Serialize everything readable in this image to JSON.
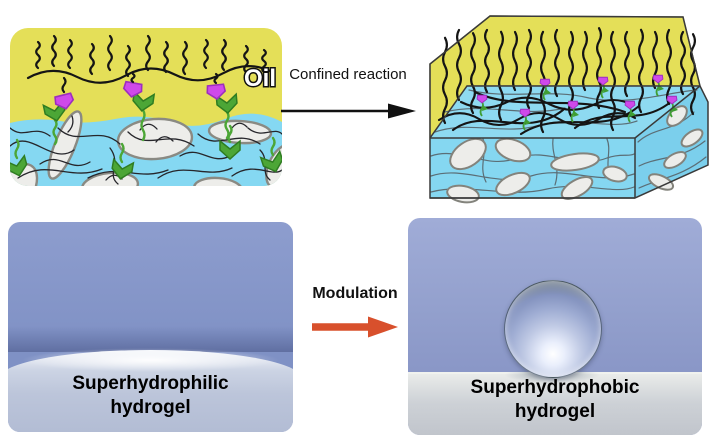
{
  "figure": {
    "top_left_schematic": {
      "oil_label": "Oil"
    },
    "top_arrow": {
      "label": "Confined reaction"
    },
    "bottom_arrow": {
      "label": "Modulation"
    },
    "photo_left": {
      "caption_line1": "Superhydrophilic",
      "caption_line2": "hydrogel"
    },
    "photo_right": {
      "caption_line1": "Superhydrophobic",
      "caption_line2": "hydrogel"
    },
    "colors": {
      "oil_yellow": "#e4df58",
      "water_cyan": "#85d8f2",
      "polymer_chain_black": "#151515",
      "ligand_green": "#4ca636",
      "head_magenta": "#cf49ea",
      "platelet_white": "#ededea",
      "modulation_arrow_orange": "#d8502c",
      "photo_background_blue": "#8495c9"
    }
  }
}
